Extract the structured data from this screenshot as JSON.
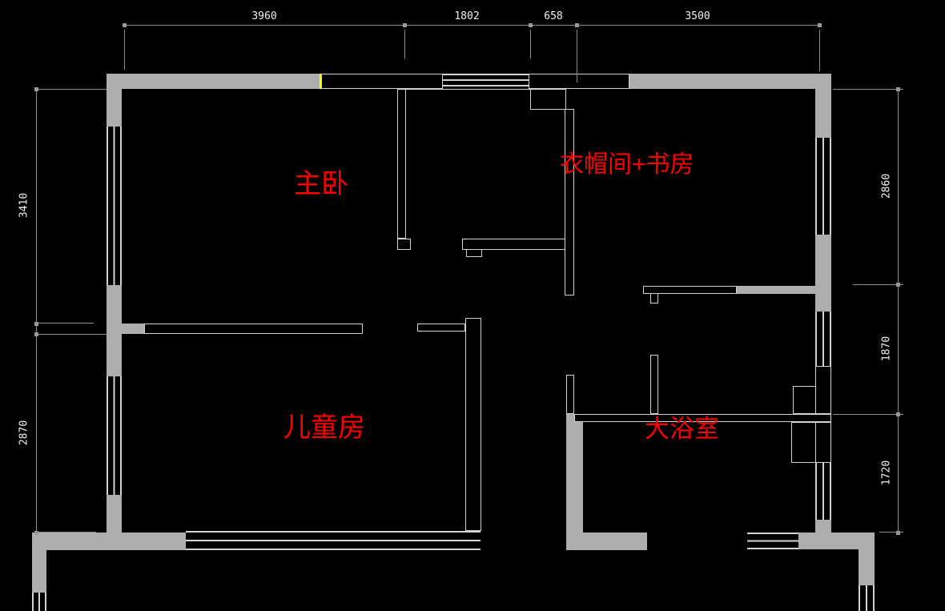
{
  "floorplan": {
    "rooms": [
      {
        "id": "master-bedroom",
        "label": "主卧"
      },
      {
        "id": "cloakroom-study",
        "label": "衣帽间+书房"
      },
      {
        "id": "kids-room",
        "label": "儿童房"
      },
      {
        "id": "bathroom",
        "label": "大浴室"
      }
    ],
    "dimensions": {
      "top": [
        "3960",
        "1802",
        "658",
        "3500"
      ],
      "left": [
        "3410",
        "2870"
      ],
      "right": [
        "2860",
        "1870",
        "1720"
      ]
    },
    "colors": {
      "background": "#000000",
      "wall_fill": "#aeaeae",
      "wall_line": "#d2d2d2",
      "dim_line": "#8d8d8d",
      "dim_text": "#f2f2f2",
      "label_red": "#ff0000",
      "joint_yellow": "#ffff00"
    }
  }
}
